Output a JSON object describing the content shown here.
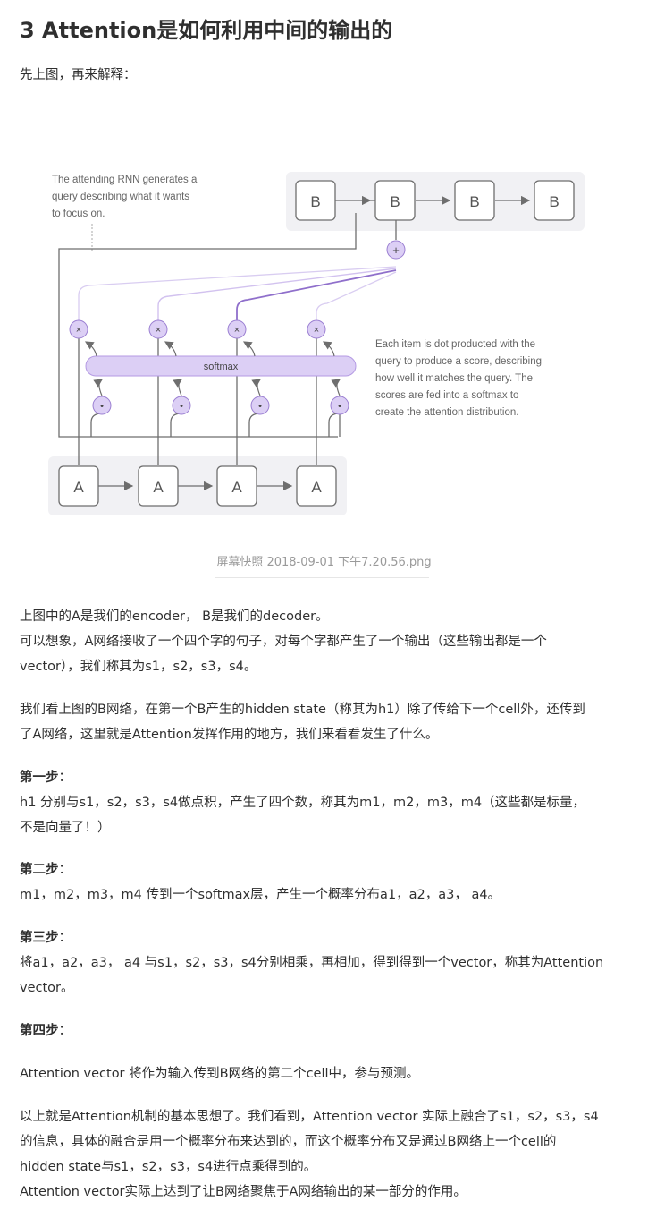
{
  "heading": "3 Attention是如何利用中间的输出的",
  "intro": "先上图，再来解释：",
  "diagram": {
    "note_left": [
      "The attending RNN generates a",
      "query describing what it wants",
      "to focus on."
    ],
    "note_right": [
      "Each item is dot producted with the",
      "query to produce a score, describing",
      "how well it matches the query. The",
      "scores are fed into a softmax to",
      "create the attention distribution."
    ],
    "decoder_labels": [
      "B",
      "B",
      "B",
      "B"
    ],
    "encoder_labels": [
      "A",
      "A",
      "A",
      "A"
    ],
    "softmax_label": "softmax",
    "plus_symbol": "+",
    "times_symbol": "×",
    "dot_symbol": "•",
    "colors": {
      "purple": "#c9b3ec",
      "purple_dark": "#9b7fd2",
      "line": "#6e6e6e",
      "panel": "#f1f1f4"
    }
  },
  "caption": "屏幕快照 2018-09-01 下午7.20.56.png",
  "paragraphs": {
    "p1_l1": "上图中的A是我们的encoder， B是我们的decoder。",
    "p1_l2": "可以想象，A网络接收了一个四个字的句子，对每个字都产生了一个输出（这些输出都是一个",
    "p1_l3": "vector），我们称其为s1，s2，s3，s4。",
    "p2_l1": "我们看上图的B网络，在第一个B产生的hidden state（称其为h1）除了传给下一个cell外，还传到",
    "p2_l2": "了A网络，这里就是Attention发挥作用的地方，我们来看看发生了什么。",
    "step1_title": "第一步",
    "step1_l1": "h1 分别与s1，s2，s3，s4做点积，产生了四个数，称其为m1，m2，m3，m4（这些都是标量，",
    "step1_l2": "不是向量了！）",
    "step2_title": "第二步",
    "step2_l1": "m1，m2，m3，m4 传到一个softmax层，产生一个概率分布a1，a2，a3， a4。",
    "step3_title": "第三步",
    "step3_l1": "将a1，a2，a3， a4 与s1，s2，s3，s4分别相乘，再相加，得到得到一个vector，称其为Attention",
    "step3_l2": "vector。",
    "step4_title": "第四步",
    "step4_l1": "Attention vector 将作为输入传到B网络的第二个cell中，参与预测。",
    "p3_l1": "以上就是Attention机制的基本思想了。我们看到，Attention vector 实际上融合了s1，s2，s3，s4",
    "p3_l2": "的信息，具体的融合是用一个概率分布来达到的，而这个概率分布又是通过B网络上一个cell的",
    "p3_l3": "hidden state与s1，s2，s3，s4进行点乘得到的。",
    "p3_l4": "Attention vector实际上达到了让B网络聚焦于A网络输出的某一部分的作用。"
  }
}
